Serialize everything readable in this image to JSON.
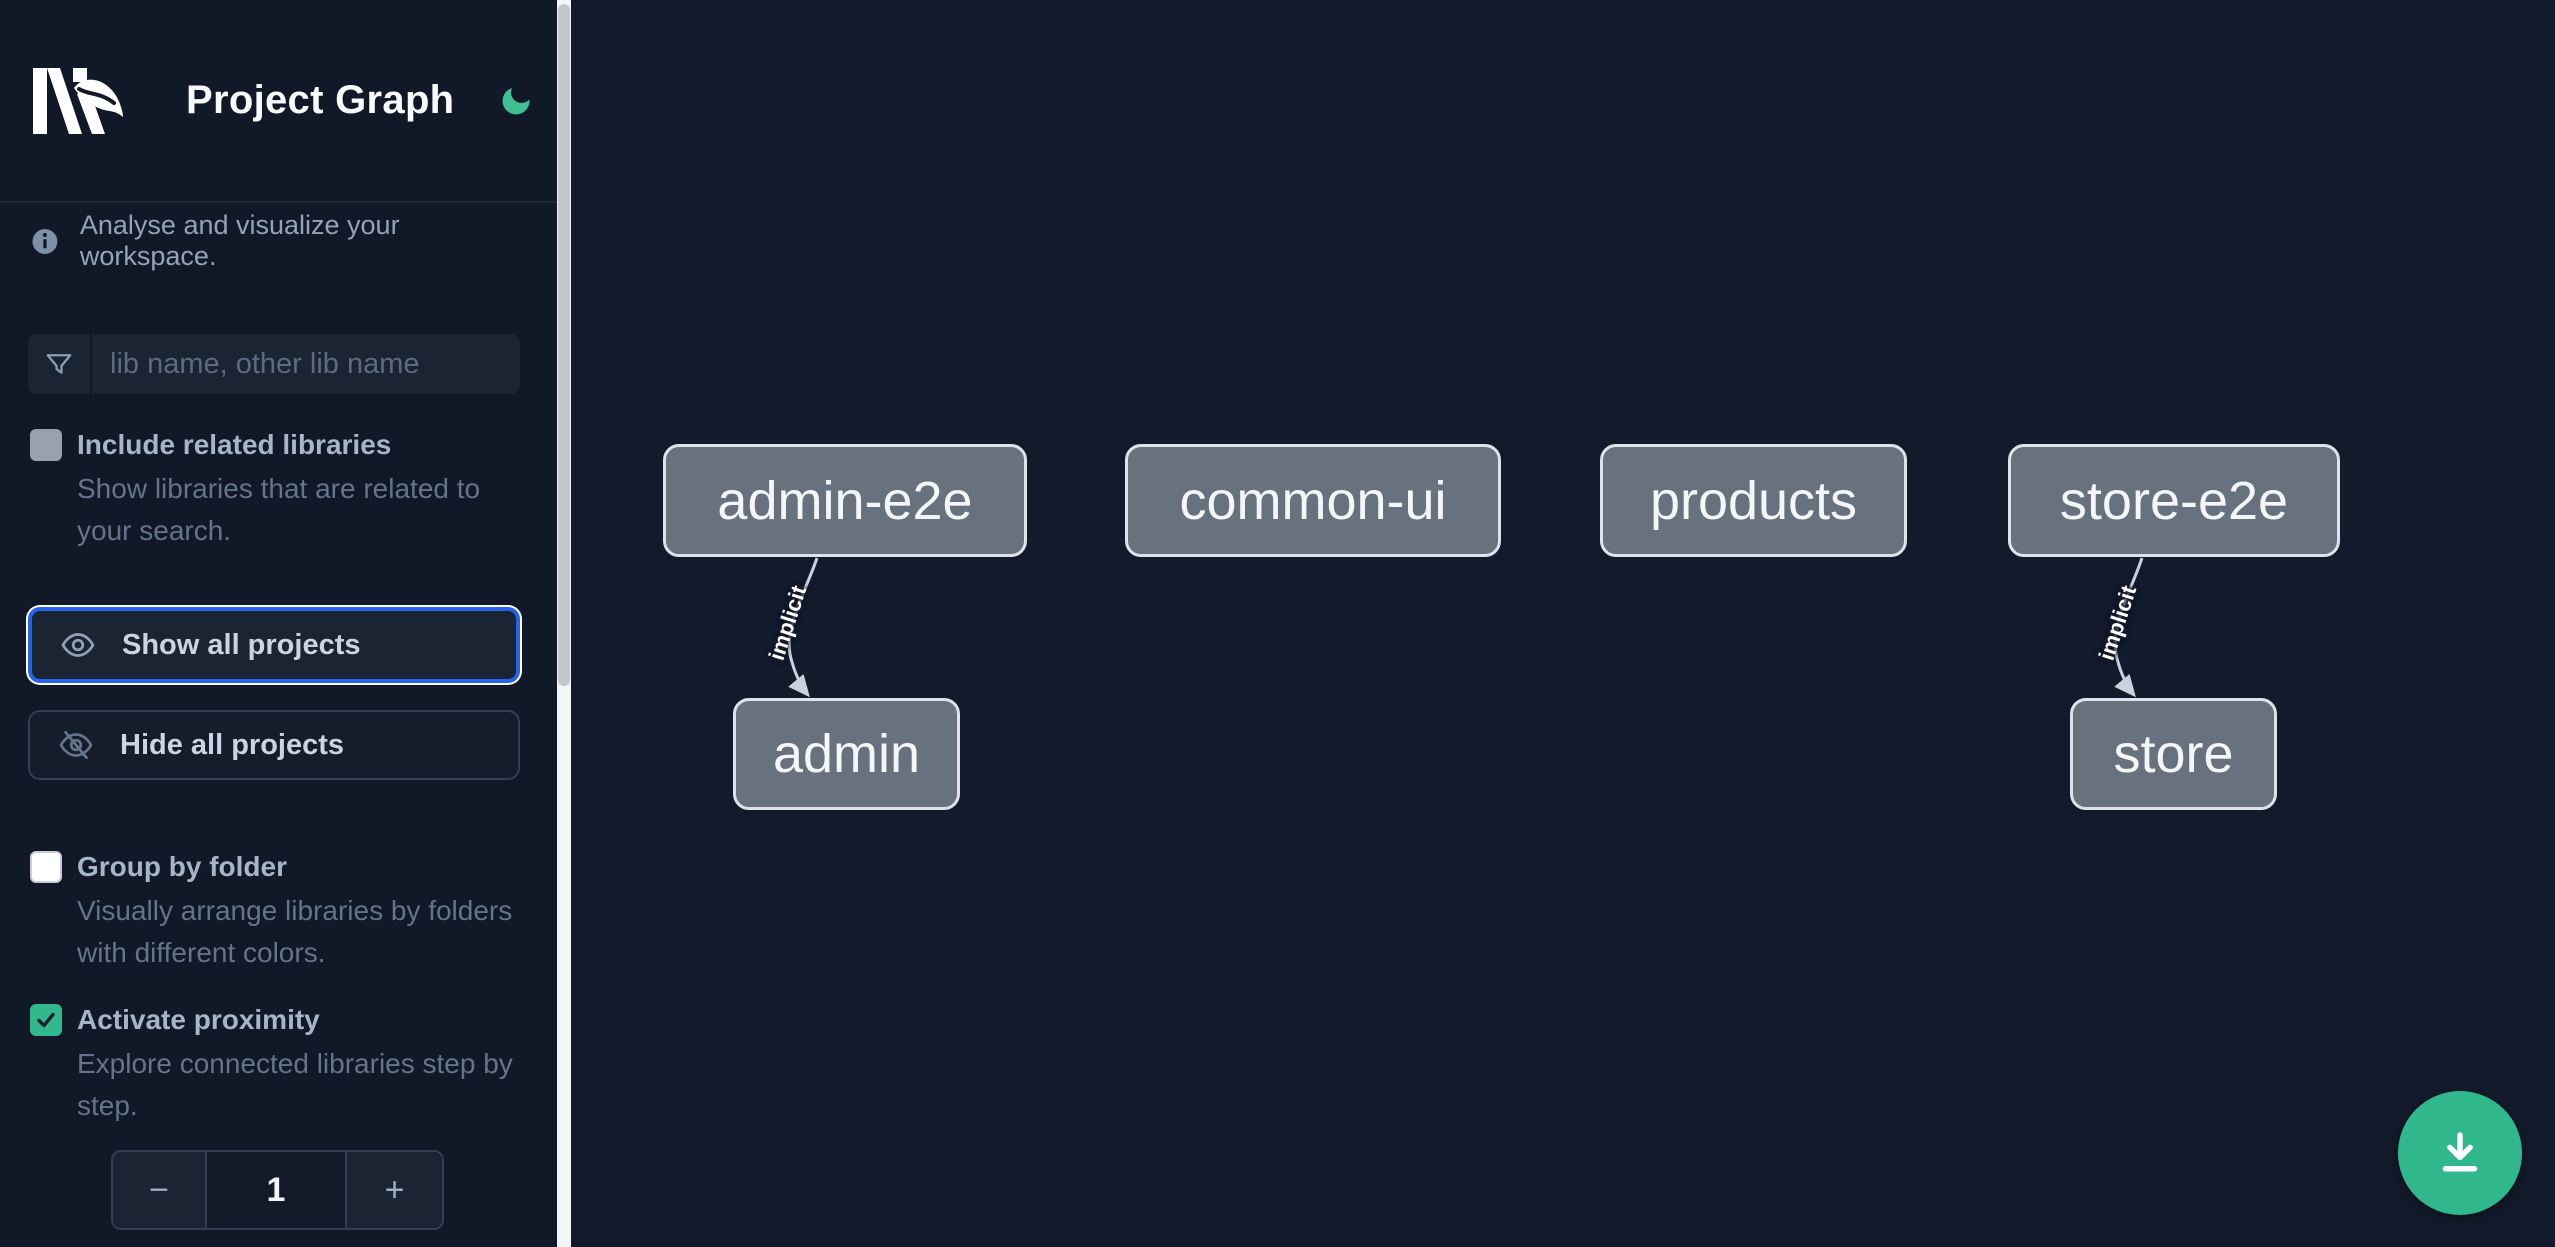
{
  "header": {
    "title": "Project Graph"
  },
  "sidebar": {
    "tagline": "Analyse and visualize your workspace.",
    "filter": {
      "placeholder": "lib name, other lib name"
    },
    "options": [
      {
        "label": "Include related libraries",
        "description": "Show libraries that are related to your search.",
        "checked": false,
        "disabled": true
      },
      {
        "label": "Group by folder",
        "description": "Visually arrange libraries by folders with different colors.",
        "checked": false
      },
      {
        "label": "Activate proximity",
        "description": "Explore connected libraries step by step.",
        "checked": true
      }
    ],
    "actions": {
      "show_all": "Show all projects",
      "hide_all": "Hide all projects"
    },
    "stepper": {
      "decrement": "−",
      "value": "1",
      "increment": "+"
    }
  },
  "graph": {
    "nodes": [
      {
        "label": "admin-e2e"
      },
      {
        "label": "common-ui"
      },
      {
        "label": "products"
      },
      {
        "label": "store-e2e"
      },
      {
        "label": "admin"
      },
      {
        "label": "store"
      }
    ],
    "edges": [
      {
        "from": "admin-e2e",
        "to": "admin",
        "label": "implicit"
      },
      {
        "from": "store-e2e",
        "to": "store",
        "label": "implicit"
      }
    ]
  },
  "colors": {
    "accent_green": "#31B78C",
    "moon_green": "#3EC092",
    "focus_blue": "#2563EB",
    "node_fill": "#68727F",
    "node_border": "#DFE3E9",
    "edge": "#C9D2DC",
    "sidebar_bg": "#111827",
    "canvas_bg": "#131A2B"
  },
  "fab": {
    "icon": "download"
  }
}
